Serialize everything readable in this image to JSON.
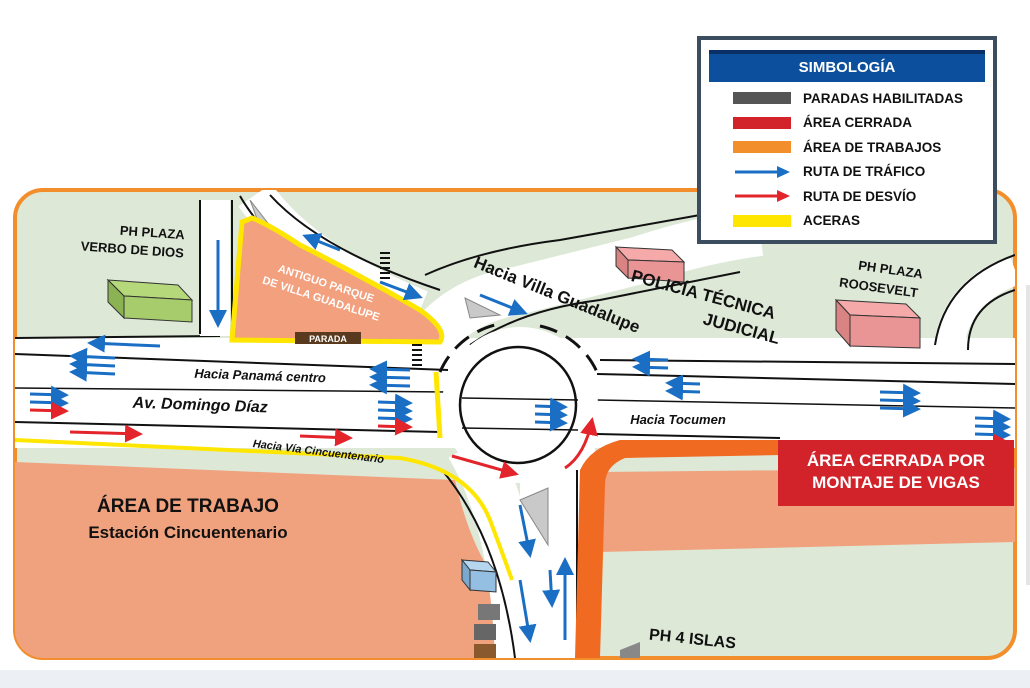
{
  "colors": {
    "background": "#dde8d7",
    "road": "#ffffff",
    "closed_area": "#d2232a",
    "work_area": "#f0a27e",
    "route_blue": "#1a6fc4",
    "route_red": "#e3242b",
    "sidewalk": "#ffe600",
    "stop": "#555555",
    "border": "#f28e2b",
    "legend_header": "#0c4f9c"
  },
  "legend": {
    "title": "SIMBOLOGÍA",
    "items": [
      {
        "label": "PARADAS HABILITADAS",
        "color": "#555555",
        "kind": "bar"
      },
      {
        "label": "ÁREA CERRADA",
        "color": "#d2232a",
        "kind": "bar"
      },
      {
        "label": "ÁREA DE TRABAJOS",
        "color": "#f28e2b",
        "kind": "bar"
      },
      {
        "label": "RUTA DE TRÁFICO",
        "color": "#1a6fc4",
        "kind": "arrow"
      },
      {
        "label": "RUTA DE DESVÍO",
        "color": "#e3242b",
        "kind": "arrow"
      },
      {
        "label": "ACERAS",
        "color": "#ffe600",
        "kind": "bar"
      }
    ]
  },
  "places": {
    "ph_verbo_line1": "PH PLAZA",
    "ph_verbo_line2": "VERBO DE DIOS",
    "park_line1": "ANTIGUO PARQUE",
    "park_line2": "DE VILLA GUADALUPE",
    "parada": "PARADA",
    "villa_guadalupe": "Hacia Villa Guadalupe",
    "policia_line1": "POLICÍA TÉCNICA",
    "policia_line2": "JUDICIAL",
    "ph_roosevelt_line1": "PH PLAZA",
    "ph_roosevelt_line2": "ROOSEVELT",
    "panama_centro": "Hacia Panamá centro",
    "domingo_diaz": "Av. Domingo Díaz",
    "via_cincuentenario": "Hacia Vía Cincuentenario",
    "tocumen": "Hacia Tocumen",
    "closed_line1": "ÁREA CERRADA POR",
    "closed_line2": "MONTAJE DE VIGAS",
    "work_line1": "ÁREA DE TRABAJO",
    "work_line2": "Estación Cincuentenario",
    "ph_4islas": "PH 4 ISLAS"
  }
}
